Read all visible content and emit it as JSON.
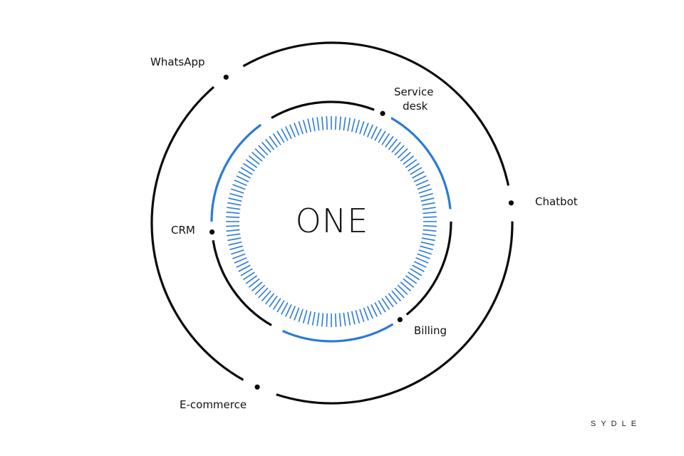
{
  "center_label": "ONE",
  "channels": {
    "whatsapp": "WhatsApp",
    "service_desk_line1": "Service",
    "service_desk_line2": "desk",
    "chatbot": "Chatbot",
    "crm": "CRM",
    "billing": "Billing",
    "ecommerce": "E-commerce"
  },
  "brand": "SYDLE",
  "colors": {
    "accent": "#2a7ad9",
    "line": "#0a0a0a"
  }
}
